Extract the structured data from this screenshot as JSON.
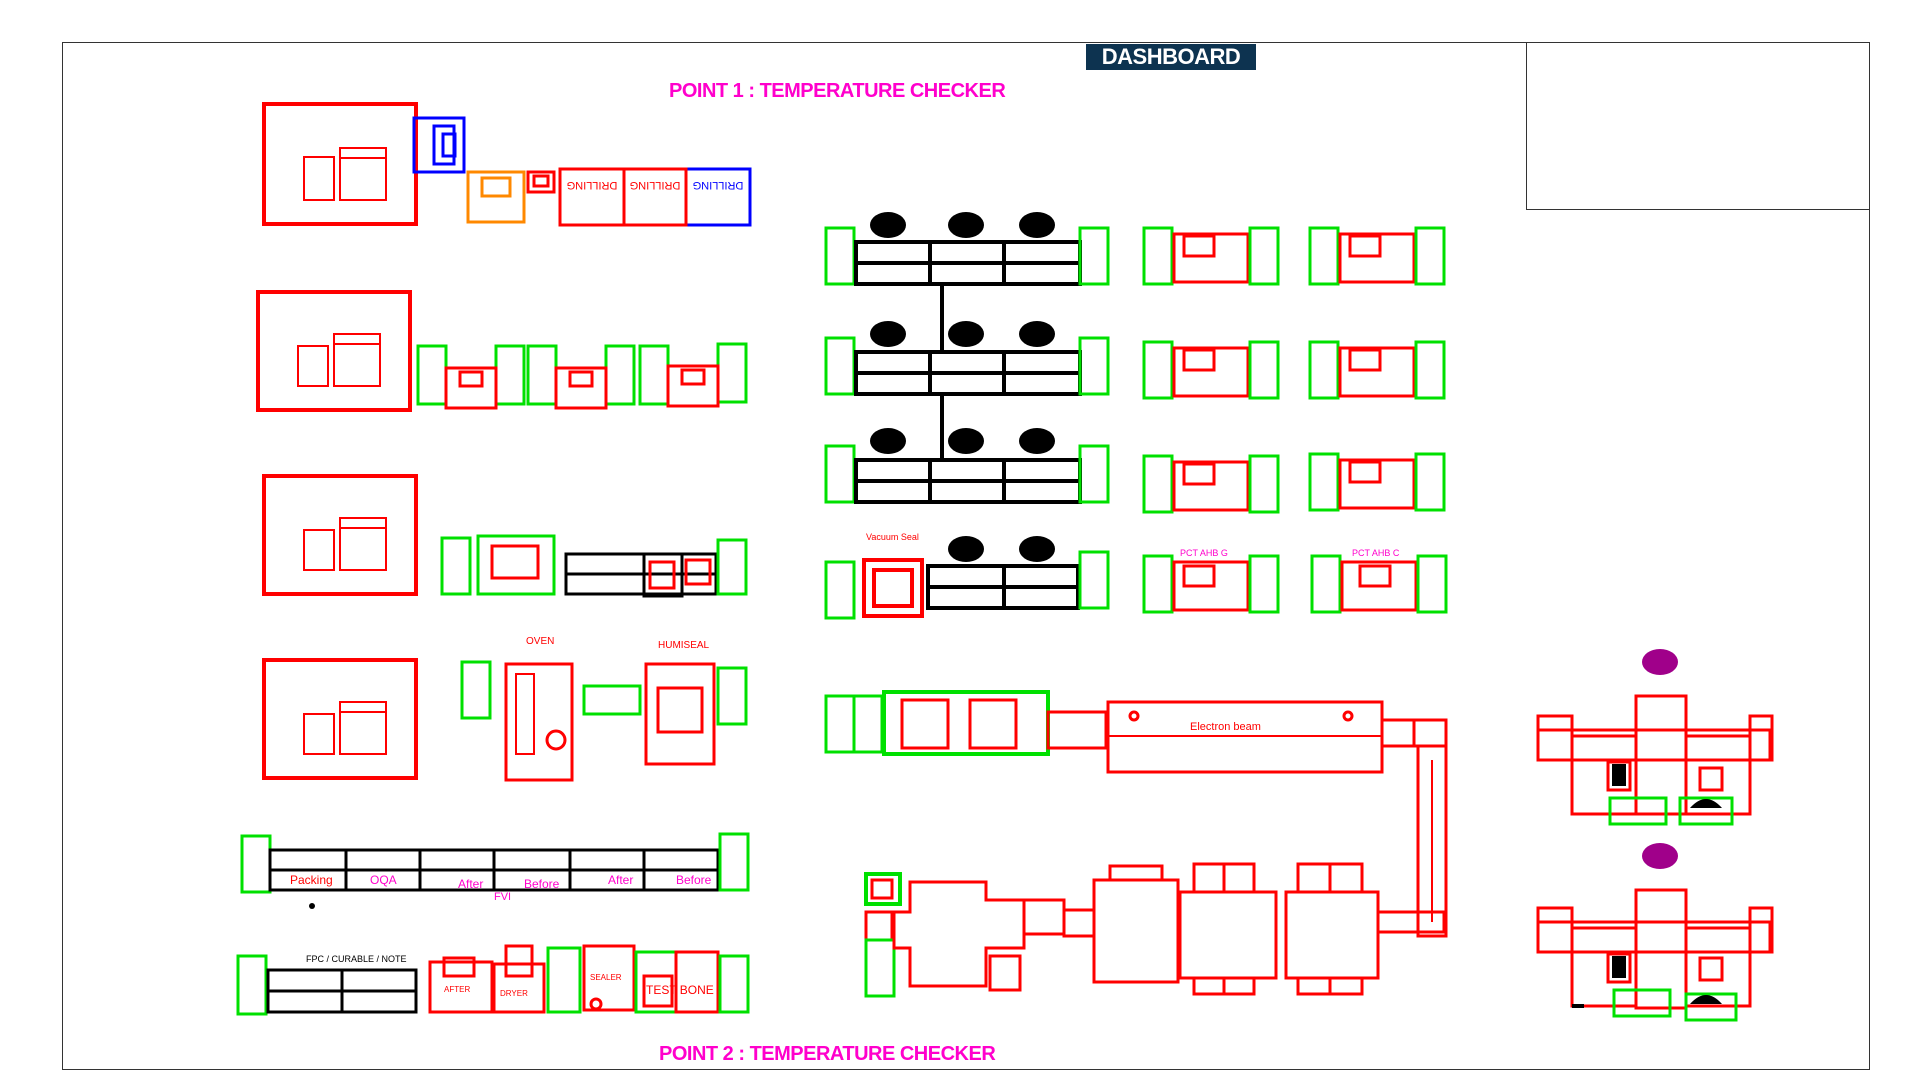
{
  "header": {
    "title": "DASHBOARD"
  },
  "checkpoints": {
    "point1": "POINT 1 : TEMPERATURE CHECKER",
    "point2": "POINT 2 : TEMPERATURE CHECKER"
  },
  "labels": {
    "drilling": [
      "DRILLING",
      "DRILLING",
      "DRILLING"
    ],
    "packing": "Packing",
    "oqa": "OQA",
    "after1": "After",
    "before1": "Before",
    "after2": "After",
    "before2": "Before",
    "fvi": "FVI",
    "oven": "OVEN",
    "humiseal": "HUMISEAL",
    "vacuum_seal": "Vacuum Seal",
    "electron_beam": "Electron beam",
    "fpc_line": "FPC / CURABLE / NOTE",
    "ict_a": "PCT AHB G",
    "ict_b": "PCT AHB C",
    "bottom_a": "AFTER",
    "bottom_b": "DRYER",
    "bottom_c": "SEALER",
    "bottom_d": "TEST BONE"
  },
  "colors": {
    "machine": "#ff0000",
    "table": "#00e000",
    "conveyor": "#000000",
    "drill_blue": "#0000ff",
    "accent_orange": "#ff8800",
    "marker": "#a0008a",
    "title_pink": "#ff00cc",
    "badge": "#0d3350"
  }
}
